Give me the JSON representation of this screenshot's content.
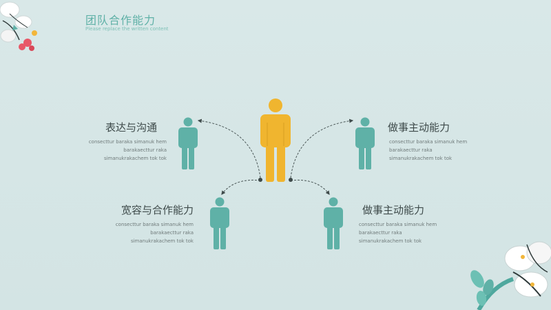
{
  "header": {
    "title": "团队合作能力",
    "subtitle": "Please replace the written content"
  },
  "colors": {
    "background": "#d6e6e6",
    "accent_teal": "#5fb1a7",
    "center_figure": "#f0b52f",
    "text_dark": "#3e4a4a"
  },
  "nodes": [
    {
      "id": "top-left",
      "heading": "表达与沟通",
      "lines": [
        "consecttur baraka simanuk hem",
        "barakaecttur raka",
        "simanukrakachem tok tok"
      ]
    },
    {
      "id": "top-right",
      "heading": "做事主动能力",
      "lines": [
        "consecttur baraka simanuk hem",
        "barakaecttur raka",
        "simanukrakachem tok tok"
      ]
    },
    {
      "id": "bottom-left",
      "heading": "宽容与合作能力",
      "lines": [
        "consecttur baraka simanuk hem",
        "barakaecttur raka",
        "simanukrakachem tok tok"
      ]
    },
    {
      "id": "bottom-right",
      "heading": "做事主动能力",
      "lines": [
        "consecttur baraka simanuk hem",
        "barakaecttur raka",
        "simanukrakachem tok tok"
      ]
    }
  ]
}
